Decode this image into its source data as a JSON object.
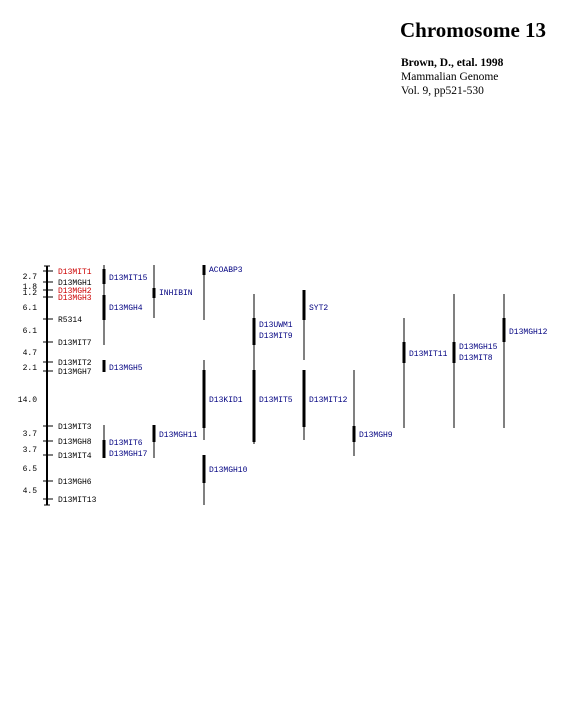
{
  "header": {
    "title": "Chromosome 13",
    "authors": "Brown, D., etal. 1998",
    "journal": "Mammalian Genome",
    "volume": "Vol. 9, pp521-530"
  },
  "colors": {
    "framework": "#000000",
    "highlight": "#cc0000",
    "placed": "#000080",
    "line": "#000000"
  },
  "framework": {
    "distances": [
      "2.7",
      "1.8",
      "1.2",
      "6.1",
      "6.1",
      "4.7",
      "2.1",
      "14.0",
      "3.7",
      "3.7",
      "6.5",
      "4.5"
    ],
    "markers": [
      {
        "name": "D13MIT1",
        "highlight": true
      },
      {
        "name": "D13MGH1",
        "highlight": false
      },
      {
        "name": "D13MGH2",
        "highlight": true
      },
      {
        "name": "D13MGH3",
        "highlight": true
      },
      {
        "name": "R5314",
        "highlight": false
      },
      {
        "name": "D13MIT7",
        "highlight": false
      },
      {
        "name": "D13MIT2",
        "highlight": false
      },
      {
        "name": "D13MGH7",
        "highlight": false
      },
      {
        "name": "D13MIT3",
        "highlight": false
      },
      {
        "name": "D13MGH8",
        "highlight": false
      },
      {
        "name": "D13MIT4",
        "highlight": false
      },
      {
        "name": "D13MGH6",
        "highlight": false
      },
      {
        "name": "D13MIT13",
        "highlight": false
      }
    ]
  },
  "placed_markers": [
    "D13MIT15",
    "D13MGH4",
    "D13MGH5",
    "D13MIT6",
    "D13MGH17",
    "INHIBIN",
    "D13MGH11",
    "ACOABP3",
    "D13KID1",
    "D13MGH10",
    "D13UWM1",
    "D13MIT9",
    "D13MIT5",
    "SYT2",
    "D13MIT12",
    "D13MGH9",
    "D13MIT11",
    "D13MGH15",
    "D13MIT8",
    "D13MGH12"
  ]
}
